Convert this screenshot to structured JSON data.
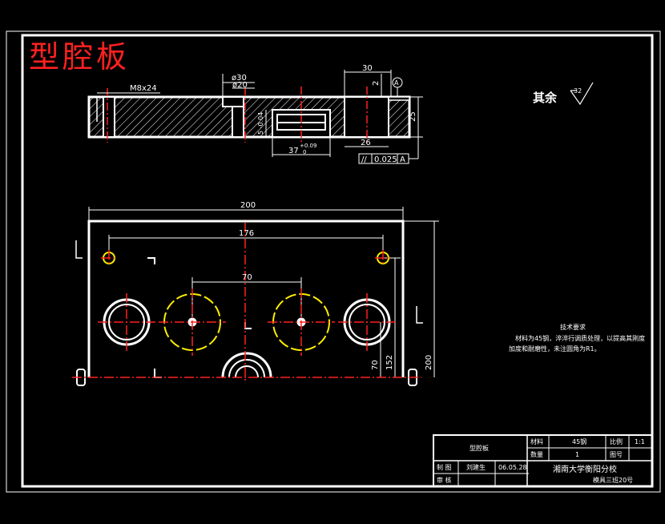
{
  "drawing_title": "型腔板",
  "roughness": {
    "label": "其余",
    "value": "32"
  },
  "top_view": {
    "thread": "M8x24",
    "dia_outer": "ø30",
    "dia_inner": "ø20",
    "w30": "30",
    "w2": "2",
    "h25": "25",
    "w26": "26",
    "depth": "5 -0.04",
    "w37": "37",
    "w37_tol": "+0.09",
    "w37_tol_low": "0",
    "datum": "A",
    "parallel_sym": "//",
    "parallel_tol": "0.025",
    "parallel_ref": "A"
  },
  "front_view": {
    "w200": "200",
    "w176": "176",
    "w70": "70",
    "h200": "200",
    "h152": "152",
    "h70": "70"
  },
  "notes": {
    "heading": "技术要求",
    "line1": "材料为45钢，淬淬行调质处理，以提高其刚度",
    "line2": "加度和耐磨性，未注圆角为R1。"
  },
  "title_block": {
    "part_name": "型腔板",
    "material_label": "材料",
    "material_value": "45钢",
    "scale_label": "比例",
    "scale_value": "1:1",
    "qty_label": "数量",
    "qty_value": "1",
    "drawing_no_label": "图号",
    "drawing_no_value": "",
    "drawn_label": "制 图",
    "drawn_name": "刘建生",
    "drawn_date": "06.05.28",
    "checked_label": "审 核",
    "school": "湘南大学衡阳分校",
    "class": "模具三班20号"
  },
  "colors": {
    "line": "#ffffff",
    "center": "#ff2020",
    "yellow": "#ffee00"
  }
}
